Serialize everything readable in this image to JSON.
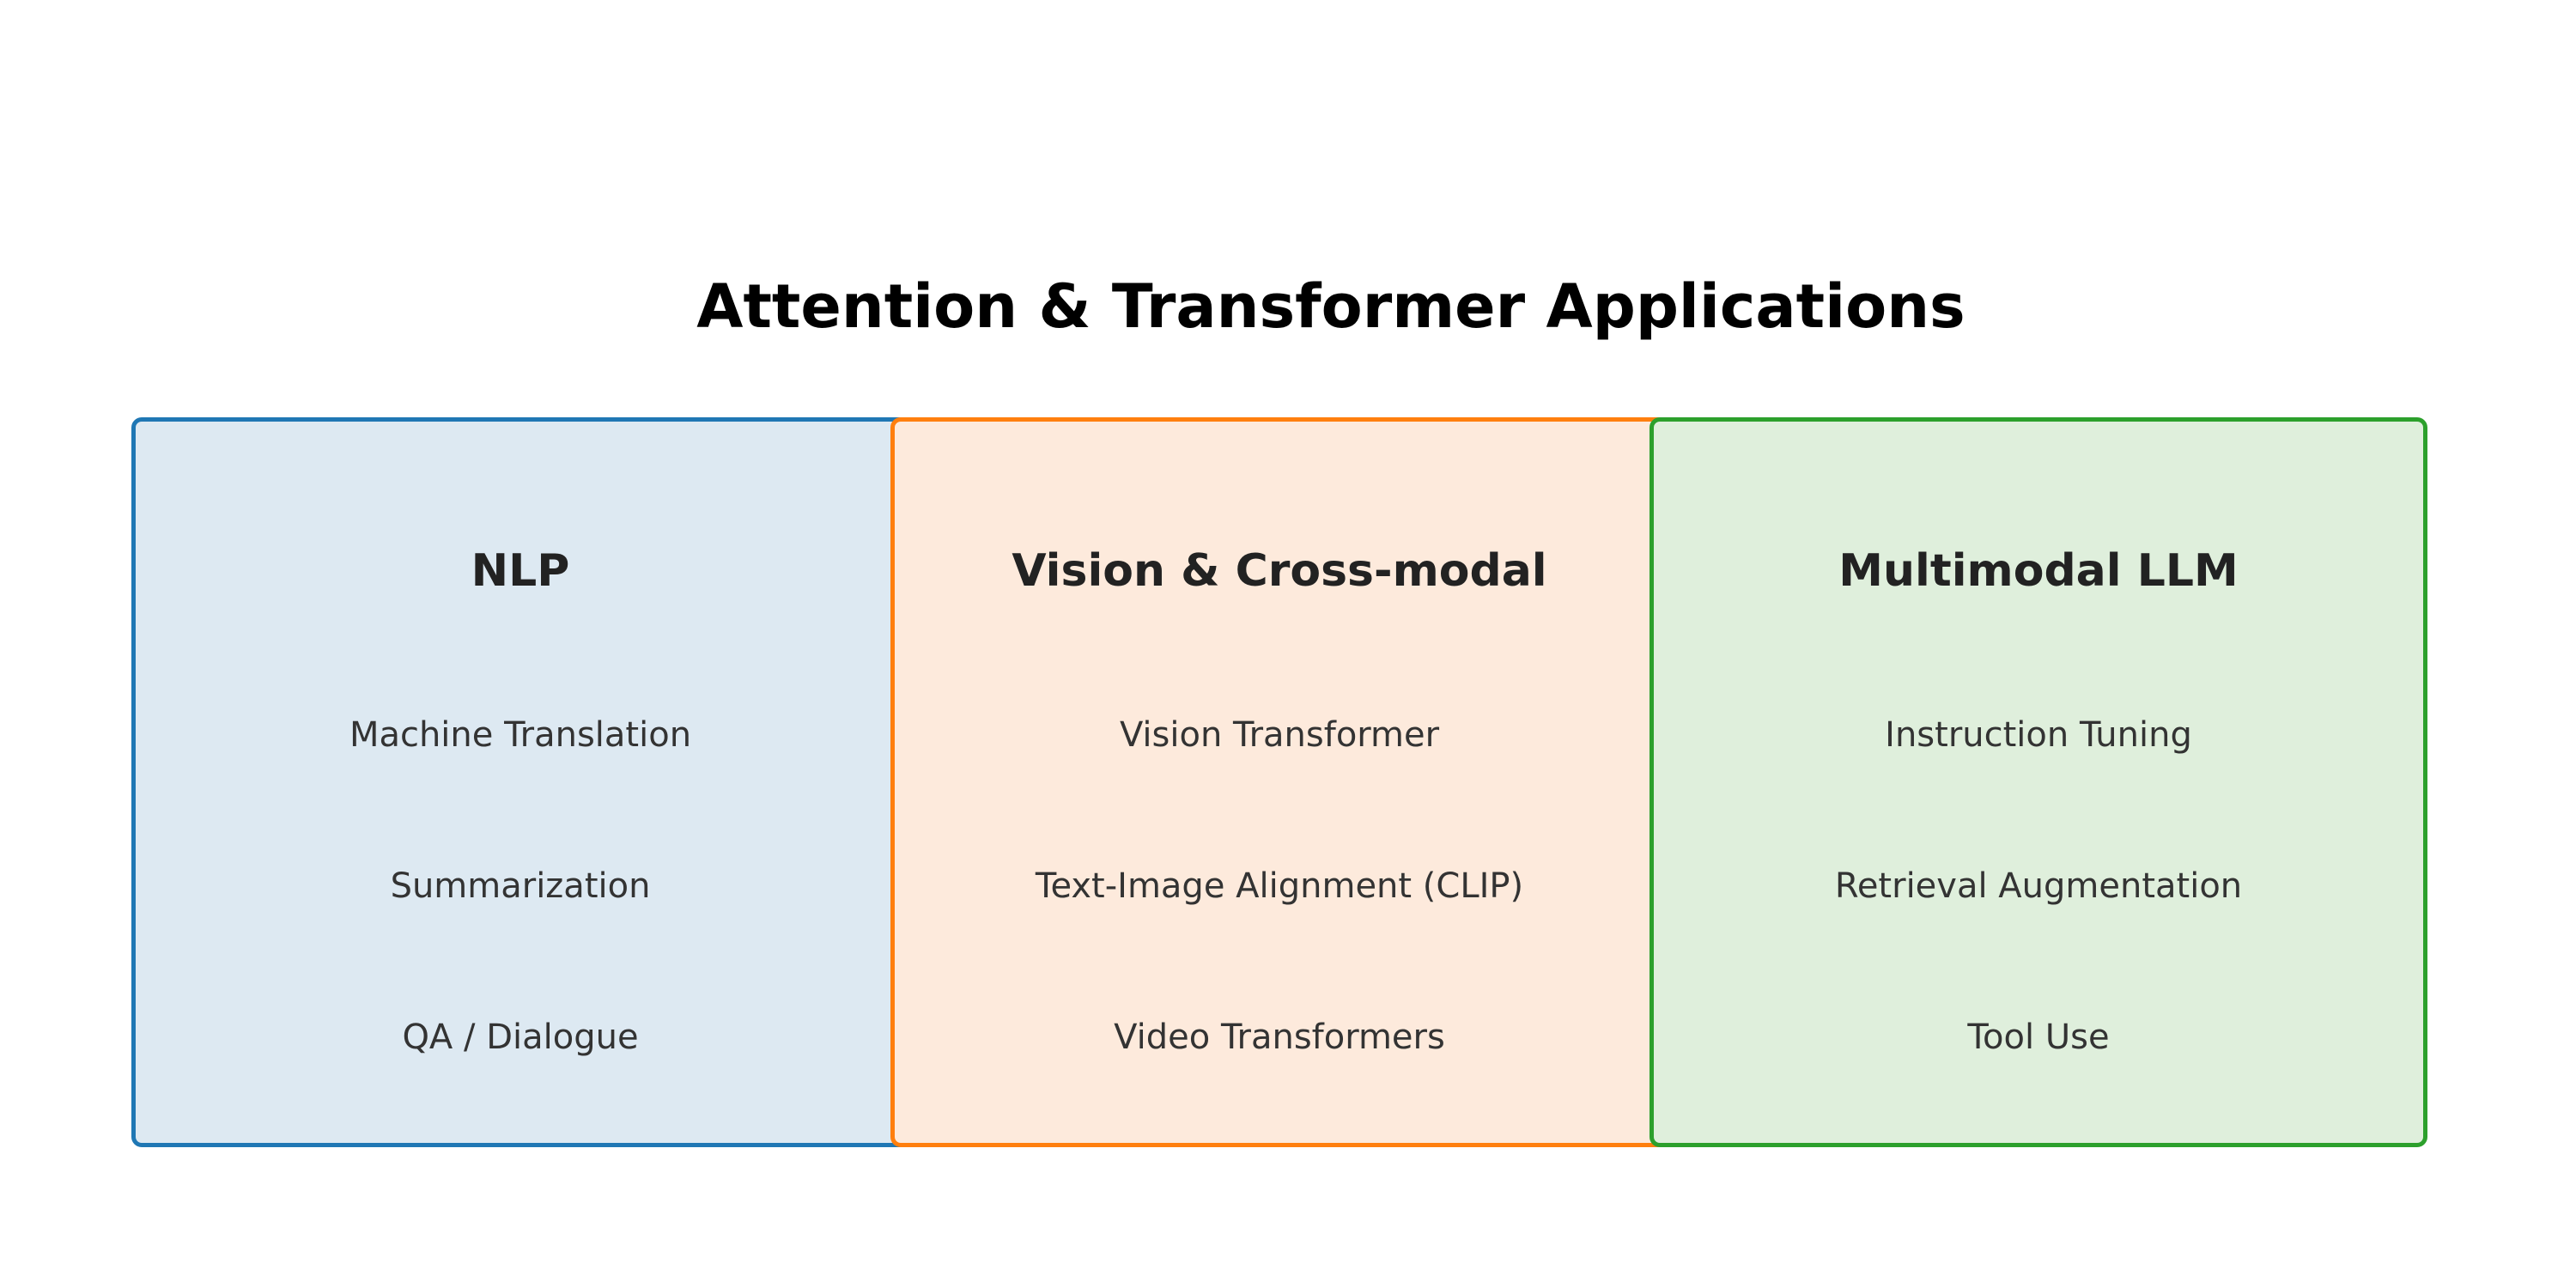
{
  "title": "Attention & Transformer Applications",
  "panels": [
    {
      "heading": "NLP",
      "items": [
        "Machine Translation",
        "Summarization",
        "QA / Dialogue"
      ],
      "border_color": "#1f77b4",
      "fill_color": "#dde9f2"
    },
    {
      "heading": "Vision & Cross-modal",
      "items": [
        "Vision Transformer",
        "Text-Image Alignment (CLIP)",
        "Video Transformers"
      ],
      "border_color": "#ff7f0e",
      "fill_color": "#fdeadc"
    },
    {
      "heading": "Multimodal LLM",
      "items": [
        "Instruction Tuning",
        "Retrieval Augmentation",
        "Tool Use"
      ],
      "border_color": "#2ca02c",
      "fill_color": "#dfefdc"
    }
  ]
}
